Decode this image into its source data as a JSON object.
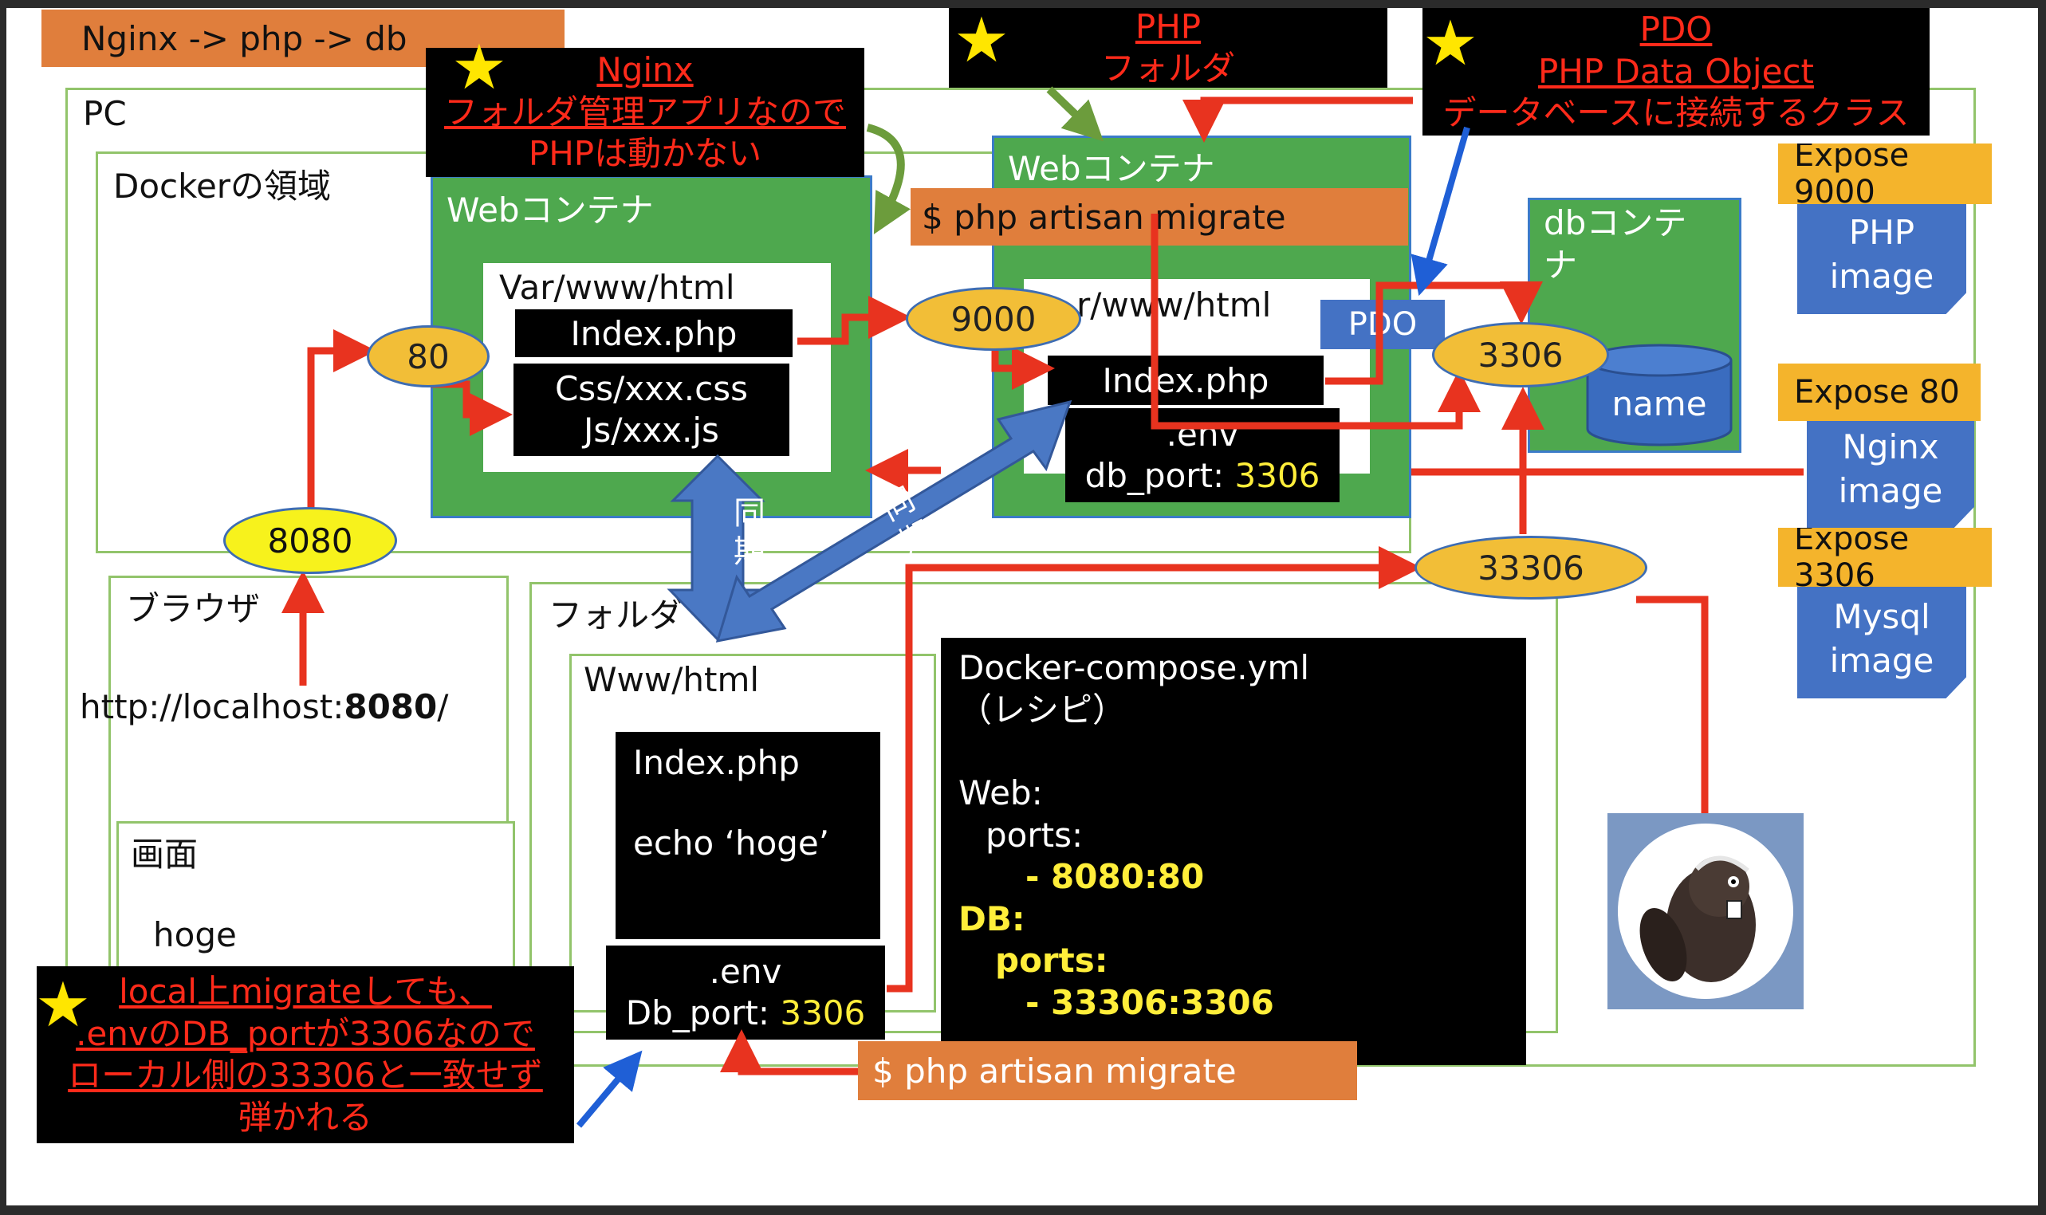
{
  "title": "Nginx -> php -> db",
  "labels": {
    "pc": "PC",
    "docker_area": "Dockerの領域",
    "browser": "ブラウザ",
    "folder": "フォルダ",
    "screen": "画面",
    "screen_content": "hoge",
    "url_prefix": "http://localhost:",
    "url_port": "8080",
    "url_suffix": "/"
  },
  "nginx_note": {
    "title": "Nginx",
    "line1": "フォルダ管理アプリなので",
    "line2": "PHPは動かない"
  },
  "php_note": {
    "title": "PHP",
    "line1": "フォルダ"
  },
  "pdo_note": {
    "title": "PDO",
    "line1": "PHP Data Object",
    "line2": "データベースに接続するクラス"
  },
  "local_note": {
    "line1": "local上migrateしても、",
    "line2": ".envのDB_portが3306なので",
    "line3": "ローカル側の33306と一致せず",
    "line4": "弾かれる"
  },
  "web_container_1": {
    "label": "Webコンテナ",
    "path": "Var/www/html",
    "file1": "Index.php",
    "file2_line1": "Css/xxx.css",
    "file2_line2": "Js/xxx.js"
  },
  "web_container_2": {
    "label": "Webコンテナ",
    "command": "$ php artisan migrate",
    "path": "r/www/html",
    "file1": "Index.php",
    "env_name": ".env",
    "env_key": "db_port: ",
    "env_value": "3306",
    "pdo": "PDO"
  },
  "db_container": {
    "label_line1": "dbコンテ",
    "label_line2": "ナ",
    "db": "name"
  },
  "ports": {
    "p80": "80",
    "p9000": "9000",
    "p3306": "3306",
    "p8080": "8080",
    "p33306": "33306"
  },
  "sync": {
    "left": "同\n期",
    "right": "同\n期"
  },
  "local_folder": {
    "path": "Www/html",
    "file_name": "Index.php",
    "file_code": "echo ‘hoge’",
    "env_name": ".env",
    "env_key": "Db_port: ",
    "env_value": "3306",
    "command": "$ php artisan migrate"
  },
  "compose": {
    "title": "Docker-compose.yml",
    "subtitle": "（レシピ）",
    "web": "Web:",
    "web_ports": "ports:",
    "web_map": "- 8080:80",
    "db": "DB:",
    "db_ports": "ports:",
    "db_map": "- 33306:3306"
  },
  "images": {
    "php_expose": "Expose 9000",
    "php_line1": "PHP",
    "php_line2": "image",
    "nginx_expose": "Expose 80",
    "nginx_line1": "Nginx",
    "nginx_line2": "image",
    "mysql_expose": "Expose 3306",
    "mysql_line1": "Mysql",
    "mysql_line2": "image"
  },
  "icons": {
    "star": "★",
    "beaver": "dbeaver-icon"
  },
  "colors": {
    "arrow_red": "#e8331f",
    "arrow_blue": "#1f5fd6",
    "arrow_green": "#6c9c3c",
    "sync_arrow": "#4a78c4",
    "port_ellipse": "#f2be37",
    "yellow_text": "#ffee3a"
  }
}
